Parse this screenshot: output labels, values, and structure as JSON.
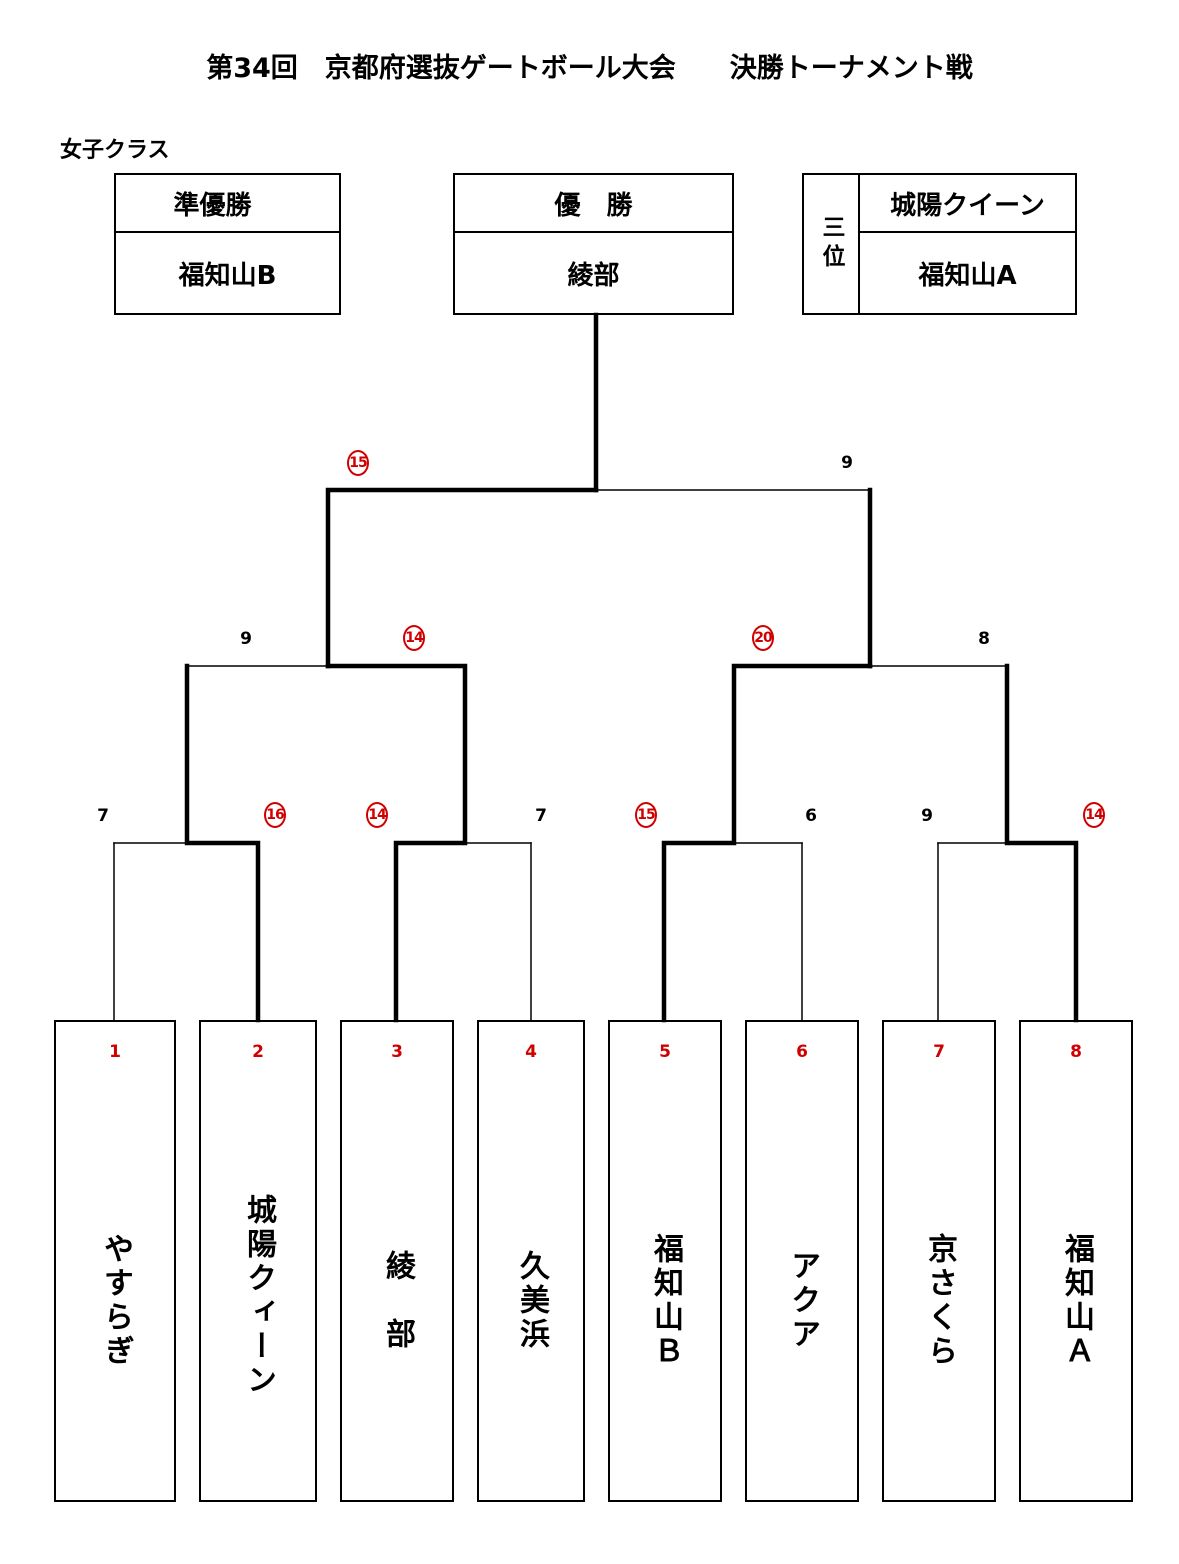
{
  "title": "第34回　京都府選抜ゲートボール大会　　決勝トーナメント戦",
  "class_label": "女子クラス",
  "results": {
    "runner_up": {
      "label": "準優勝",
      "team": "福知山B"
    },
    "champion": {
      "label": "優　勝",
      "team": "綾部"
    },
    "third": {
      "label": "三位",
      "teams": [
        "城陽クイーン",
        "福知山A"
      ]
    }
  },
  "scores": {
    "quarterfinals": [
      [
        "7",
        "16"
      ],
      [
        "14",
        "7"
      ],
      [
        "15",
        "6"
      ],
      [
        "9",
        "14"
      ]
    ],
    "semifinals": [
      [
        "9",
        "14"
      ],
      [
        "20",
        "8"
      ]
    ],
    "final": [
      "15",
      "9"
    ]
  },
  "teams": [
    {
      "number": "1",
      "name": "やすらぎ"
    },
    {
      "number": "2",
      "name": "城陽クィーン"
    },
    {
      "number": "3",
      "name": "綾　部"
    },
    {
      "number": "4",
      "name": "久美浜"
    },
    {
      "number": "5",
      "name": "福知山Ｂ"
    },
    {
      "number": "6",
      "name": "アクア"
    },
    {
      "number": "7",
      "name": "京さくら"
    },
    {
      "number": "8",
      "name": "福知山Ａ"
    }
  ],
  "colors": {
    "winner_score": "#d00000",
    "line": "#000000"
  }
}
